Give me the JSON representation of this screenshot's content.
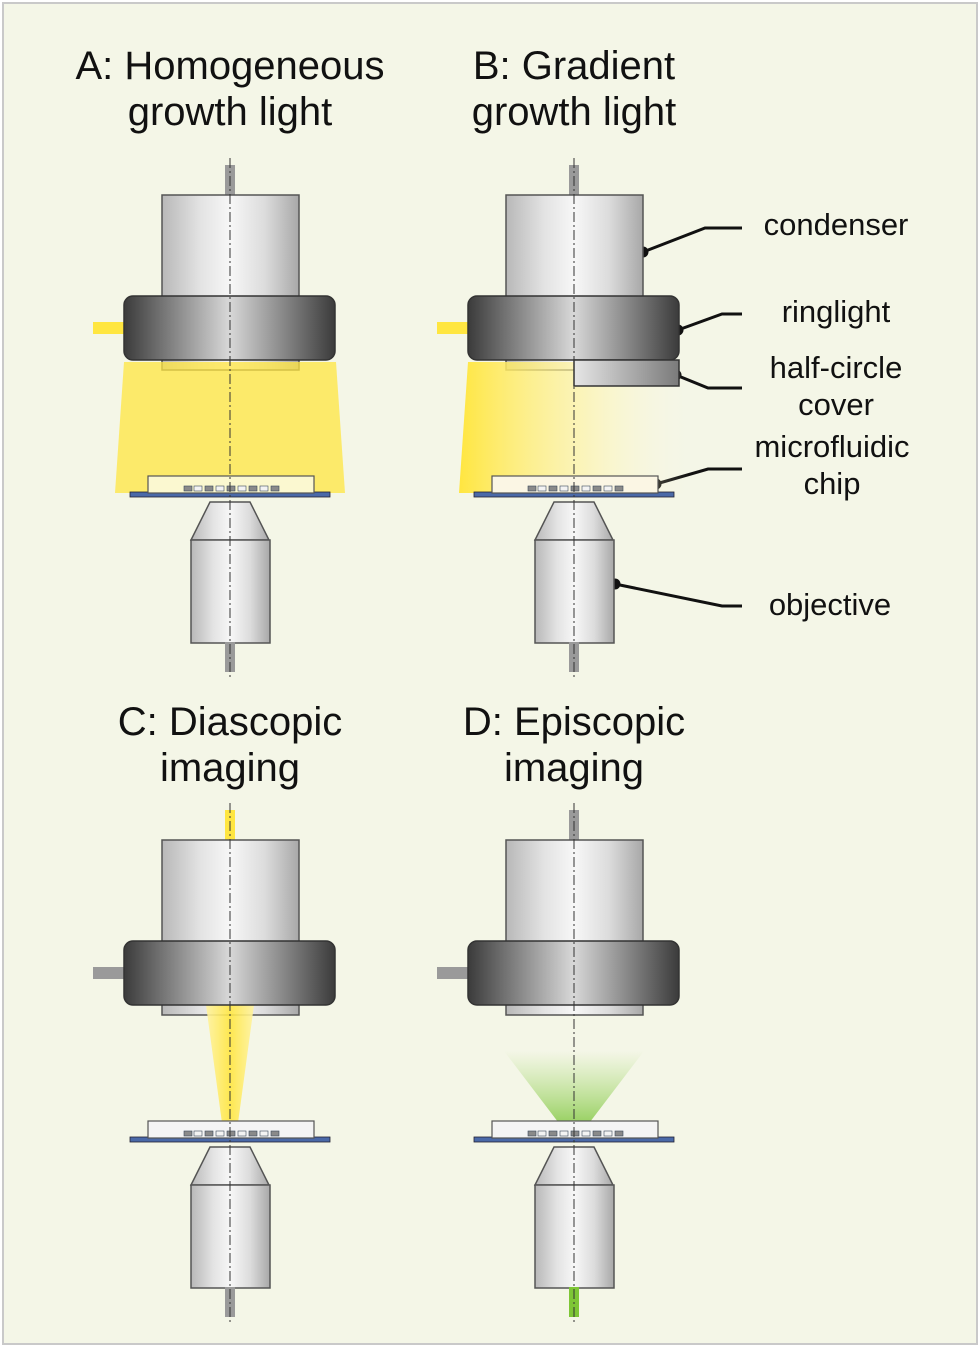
{
  "colors": {
    "background": "#f4f6e7",
    "border": "#c9c9c9",
    "light_yellow": "#ffe640",
    "green_light": "#7ec636",
    "port_gray": "#9a9a9a",
    "chip_blue": "#4a69a8"
  },
  "panels": {
    "a": {
      "line1": "A: Homogeneous",
      "line2": "growth light"
    },
    "b": {
      "line1": "B: Gradient",
      "line2": "growth light"
    },
    "c": {
      "line1": "C: Diascopic",
      "line2": "imaging"
    },
    "d": {
      "line1": "D: Episcopic",
      "line2": "imaging"
    }
  },
  "labels": {
    "condenser": "condenser",
    "ringlight": "ringlight",
    "half_circle_cover_1": "half-circle",
    "half_circle_cover_2": "cover",
    "microfluidic_chip_1": "microfluidic",
    "microfluidic_chip_2": "chip",
    "objective": "objective"
  }
}
